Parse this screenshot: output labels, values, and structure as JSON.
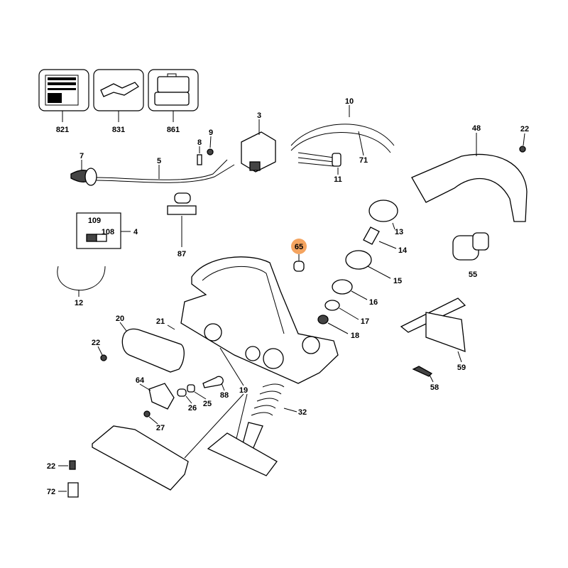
{
  "diagram": {
    "highlight_color": "#F4A460",
    "highlighted_part": "65",
    "parts": {
      "p821": "821",
      "p831": "831",
      "p861": "861",
      "p3": "3",
      "p9": "9",
      "p8": "8",
      "p10": "10",
      "p71": "71",
      "p11": "11",
      "p7": "7",
      "p5": "5",
      "p48": "48",
      "p22a": "22",
      "p109": "109",
      "p108": "108",
      "p4": "4",
      "p87": "87",
      "p13": "13",
      "p14": "14",
      "p65": "65",
      "p15": "15",
      "p55": "55",
      "p12": "12",
      "p16": "16",
      "p17": "17",
      "p18": "18",
      "p20": "20",
      "p21": "21",
      "p22b": "22",
      "p19": "19",
      "p88": "88",
      "p64": "64",
      "p26": "26",
      "p25": "25",
      "p27": "27",
      "p32": "32",
      "p59": "59",
      "p58": "58",
      "p22c": "22",
      "p72": "72"
    }
  }
}
